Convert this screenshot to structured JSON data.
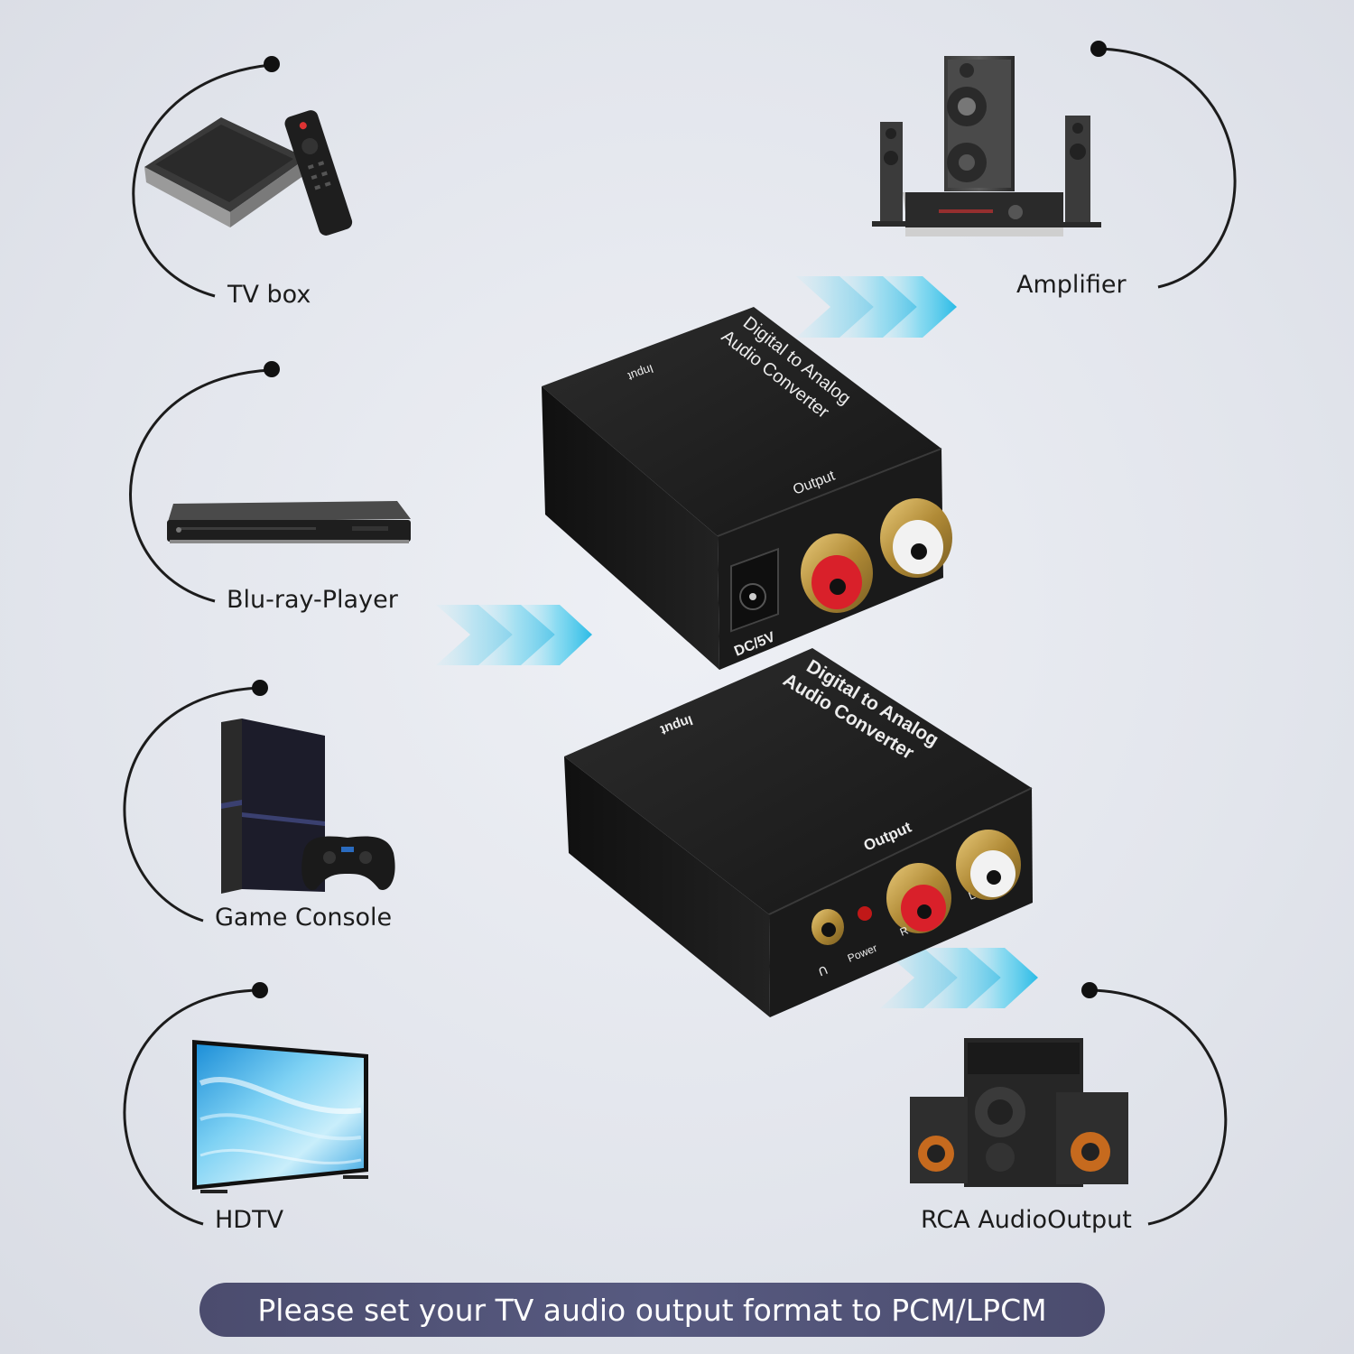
{
  "devices": {
    "tv_box": "TV box",
    "blu_ray": "Blu-ray-Player",
    "game_console": "Game Console",
    "hdtv": "HDTV",
    "amplifier": "Amplifier",
    "rca_output": "RCA AudioOutput"
  },
  "converter_top": {
    "title_line1": "Digital to Analog",
    "title_line2": "Audio Converter",
    "input_label": "Input",
    "output_label": "Output",
    "dc_label": "DC/5V"
  },
  "converter_bottom": {
    "title_line1": "Digital to Analog",
    "title_line2": "Audio Converter",
    "input_label": "Input",
    "output_label": "Output",
    "power_label": "Power",
    "r_label": "R",
    "l_label": "L"
  },
  "note": "Please set your TV audio output format to PCM/LPCM",
  "colors": {
    "arrow": "#3fc6ea",
    "pill": "#505276",
    "converter_body": "#1b1b1b",
    "rca_red": "#d9202a",
    "rca_white": "#f2f2f2",
    "gold": "#b8913a"
  }
}
